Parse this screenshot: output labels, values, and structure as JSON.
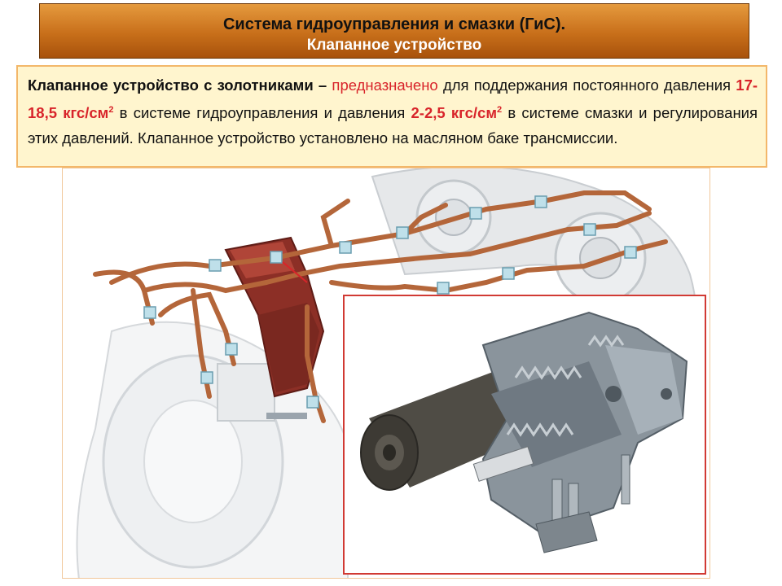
{
  "header": {
    "title": "Система гидроуправления и смазки (ГиС).",
    "subtitle": "Клапанное устройство"
  },
  "description": {
    "term": "Клапанное устройство с золотниками –",
    "purpose_word": "предназначено",
    "part1": "для  поддержания постоянного давления",
    "pressure_control": "17-18,5 кгс/см",
    "part2": "в системе гидроуправления и давления",
    "pressure_lube": "2-2,5 кгс/см",
    "superscript": "2",
    "part3": "в системе смазки и регулирования этих давлений. Клапанное устройство установлено на масляном баке трансмиссии."
  },
  "colors": {
    "title_bg": "#c86f1a",
    "text_box_bg": "#fff5ce",
    "accent_red": "#d8242a",
    "pipe_copper": "#b4663a",
    "housing_red": "#9c3b2f"
  },
  "images": {
    "main": "transmission-assembly-illustration",
    "inset": "valve-device-cutaway-illustration"
  }
}
